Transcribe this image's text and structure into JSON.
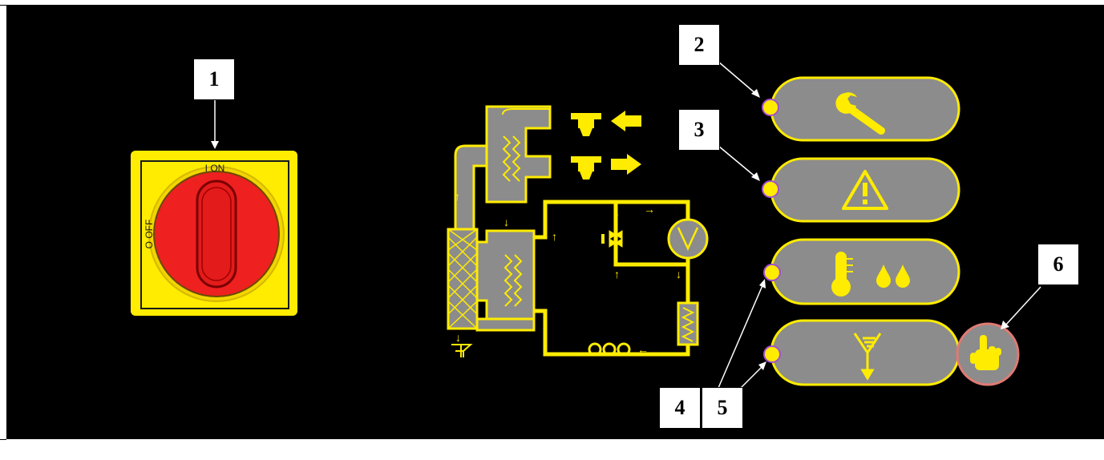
{
  "callouts": {
    "c1": "1",
    "c2": "2",
    "c3": "3",
    "c4": "4",
    "c5": "5",
    "c6": "6"
  },
  "switch": {
    "on_label": "I ON",
    "off_label": "O OFF"
  },
  "indicators": [
    {
      "name": "service",
      "icon": "wrench-icon"
    },
    {
      "name": "alarm",
      "icon": "warning-triangle-icon"
    },
    {
      "name": "temperature-humidity",
      "icon": "thermometer-droplets-icon"
    },
    {
      "name": "drain",
      "icon": "drain-funnel-icon"
    }
  ],
  "manual_button": {
    "icon": "hand-pointer-icon"
  },
  "colors": {
    "background": "#000000",
    "accent_yellow": "#ffec00",
    "pill_gray": "#8c8c8c",
    "switch_red": "#ee2020",
    "led_ring": "#a34fd0",
    "button_ring": "#e07a73"
  }
}
